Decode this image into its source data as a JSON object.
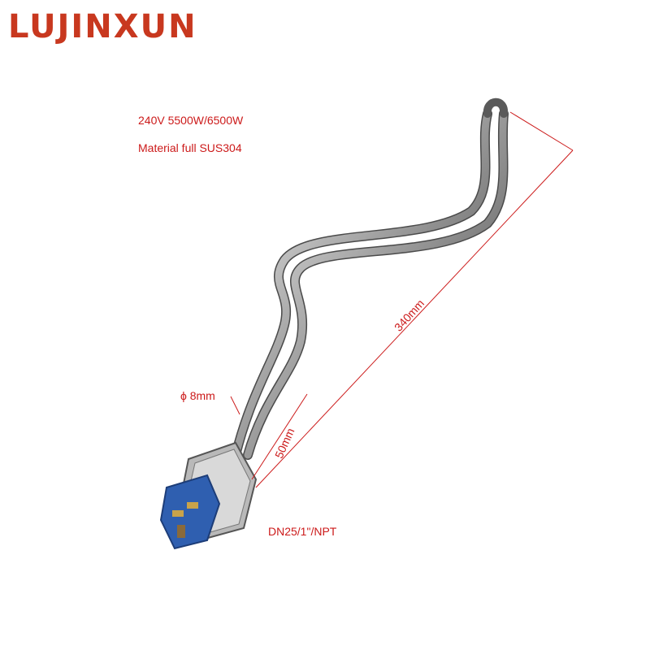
{
  "brand": {
    "logo_text": "LUJINXUN",
    "color": "#c8381f"
  },
  "specs": {
    "voltage_power": "240V 5500W/6500W",
    "material": "Material full SUS304"
  },
  "dimensions": {
    "tube_diameter": "ϕ 8mm",
    "length": "340mm",
    "insertion": "50mm",
    "thread": "DN25/1\"/NPT"
  },
  "colors": {
    "annotation": "#cc1a1a",
    "head_blue": "#2f5fb0"
  }
}
